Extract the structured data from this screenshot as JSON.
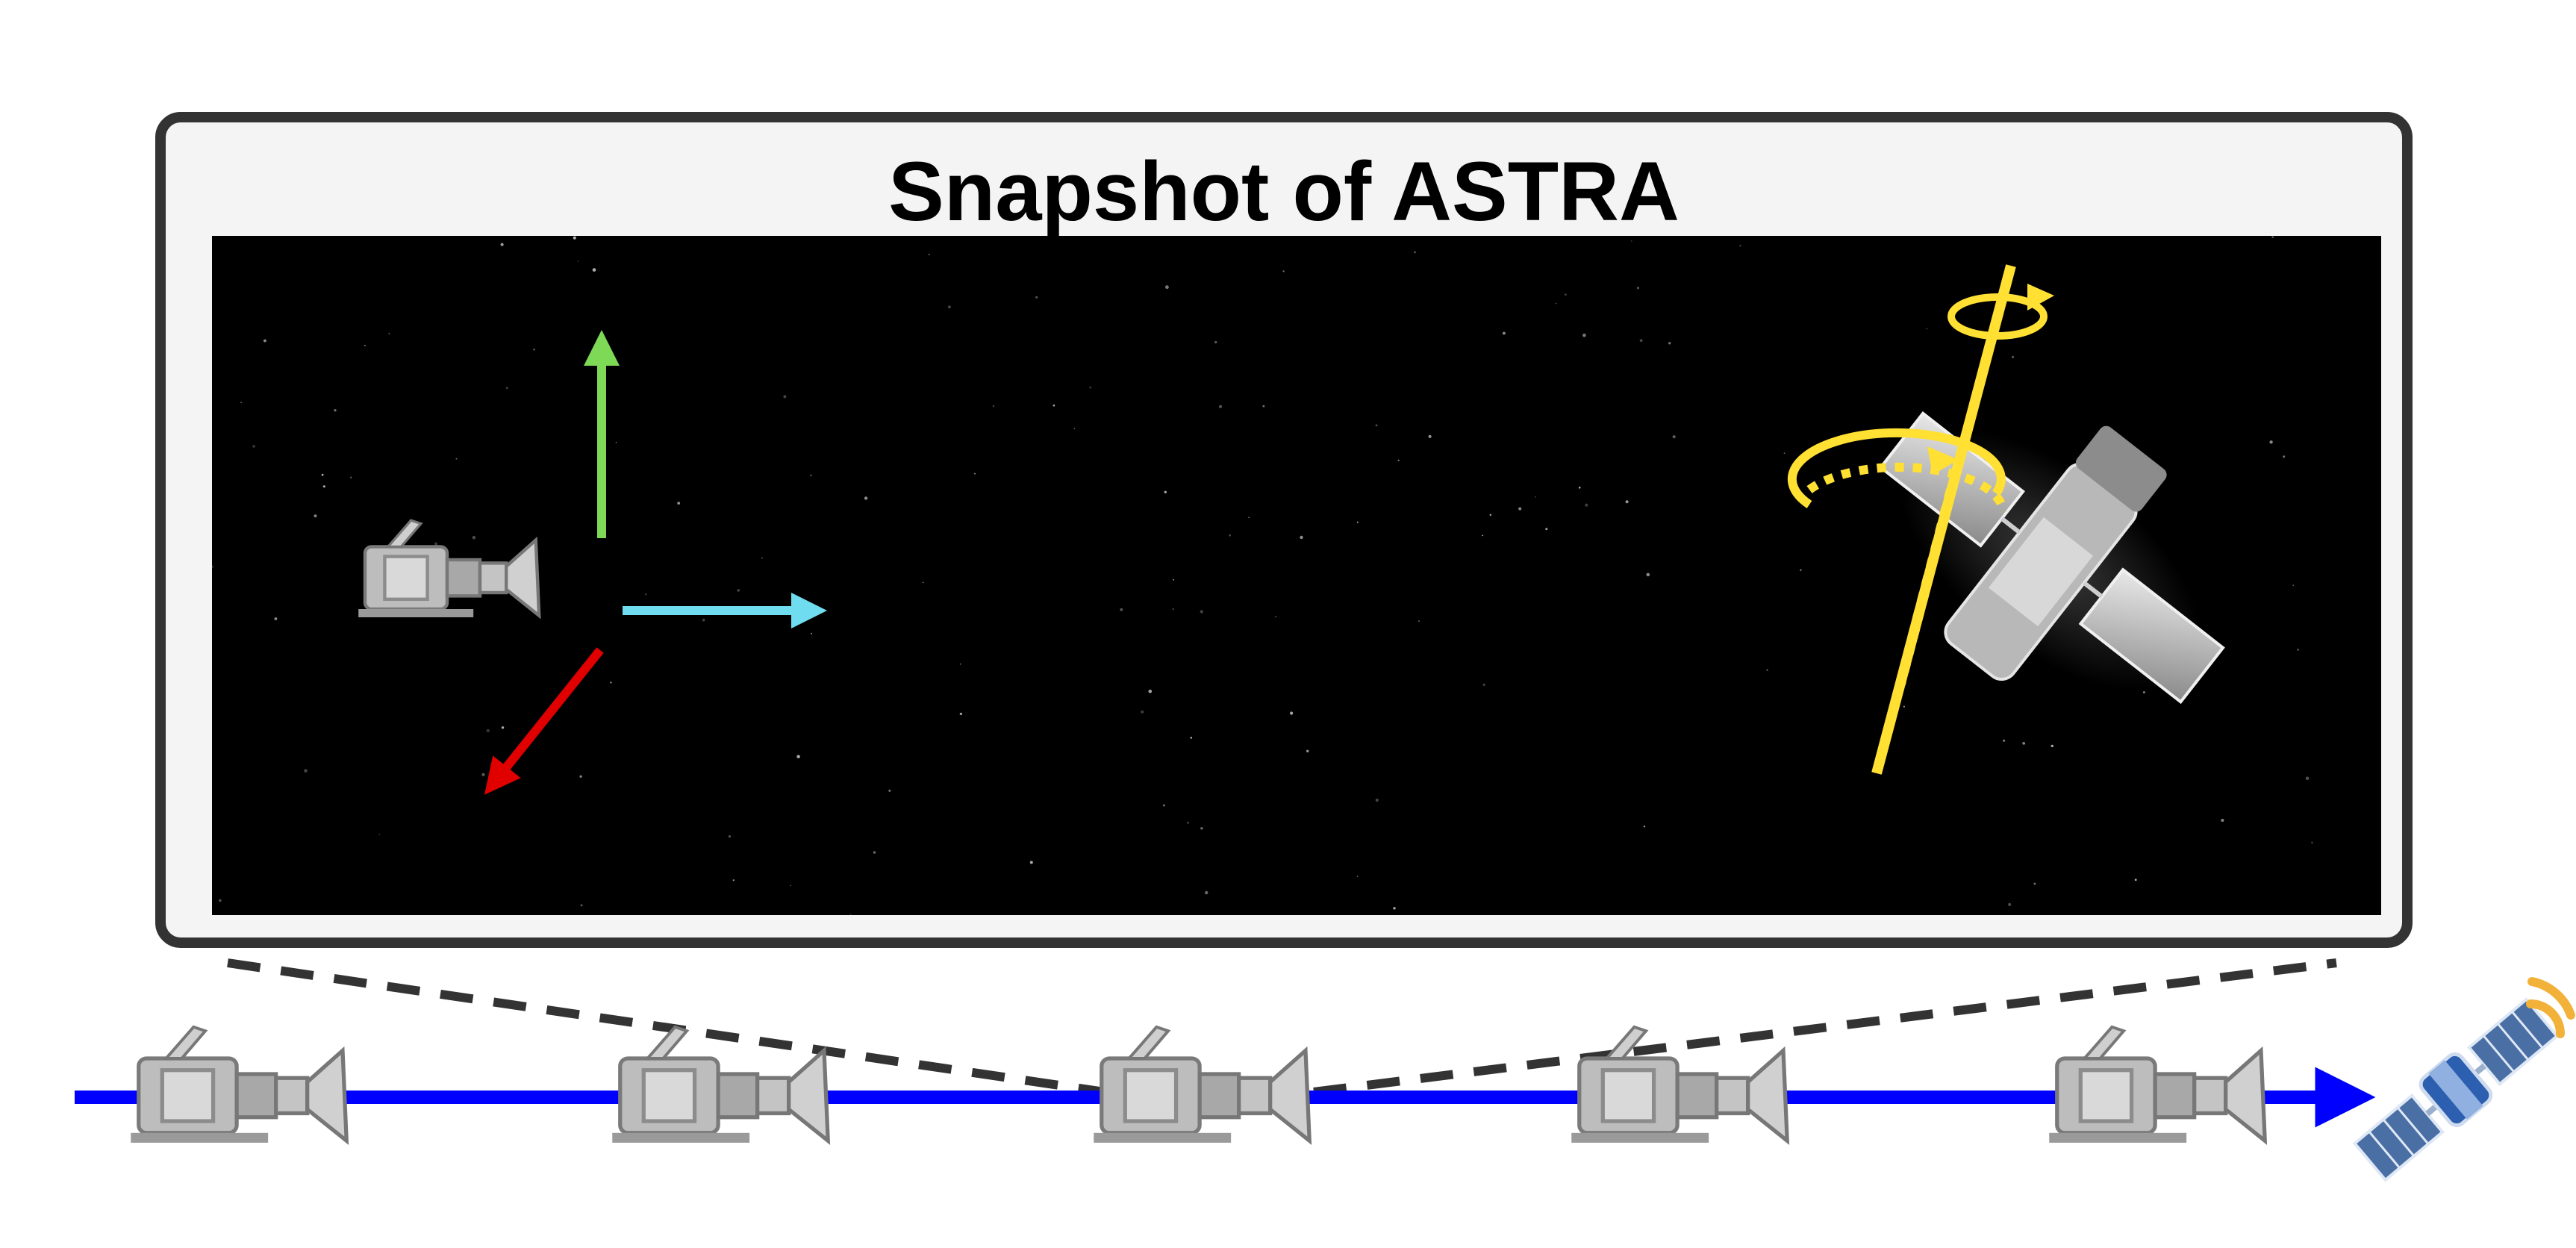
{
  "title": "Snapshot of ASTRA",
  "colors": {
    "frame_border": "#333333",
    "frame_fill": "#f4f4f4",
    "scene_background": "#000000",
    "trajectory": "#0000ff",
    "axis_up": "#7ed957",
    "axis_right": "#6fdcf0",
    "axis_forward": "#e00000",
    "rotation_axis": "#ffe033",
    "signal": "#f2b23a"
  },
  "icons": {
    "camera": "video-camera-icon",
    "target": "satellite-icon",
    "space_telescope": "space-telescope-icon"
  },
  "trajectory_cameras": 5,
  "highlighted_camera": 3
}
